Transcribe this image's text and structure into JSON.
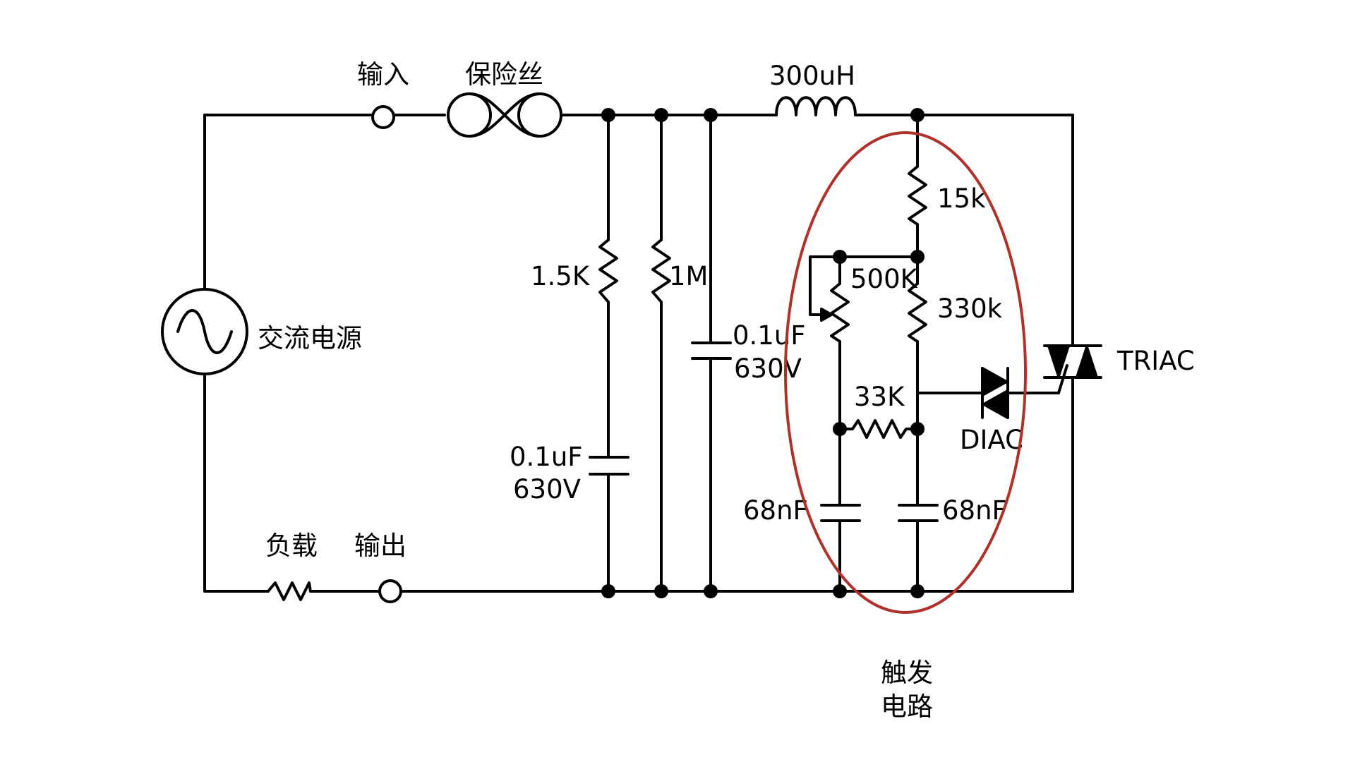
{
  "labels": {
    "input": "输入",
    "fuse": "保险丝",
    "inductor": "300uH",
    "ac_source": "交流电源",
    "load": "负载",
    "output": "输出",
    "r_1_5k": "1.5K",
    "r_1m": "1M",
    "c1_value": "0.1uF",
    "c1_voltage": "630V",
    "c2_value": "0.1uF",
    "c2_voltage": "630V",
    "r_15k": "15k",
    "pot_500k": "500K",
    "r_330k": "330k",
    "r_33k": "33K",
    "c_68nf_left": "68nF",
    "c_68nf_right": "68nF",
    "diac": "DIAC",
    "triac": "TRIAC",
    "trigger_line1": "触发",
    "trigger_line2": "电路"
  },
  "colors": {
    "wire": "#000000",
    "trigger_highlight": "#b0302a",
    "background": "#ffffff"
  }
}
